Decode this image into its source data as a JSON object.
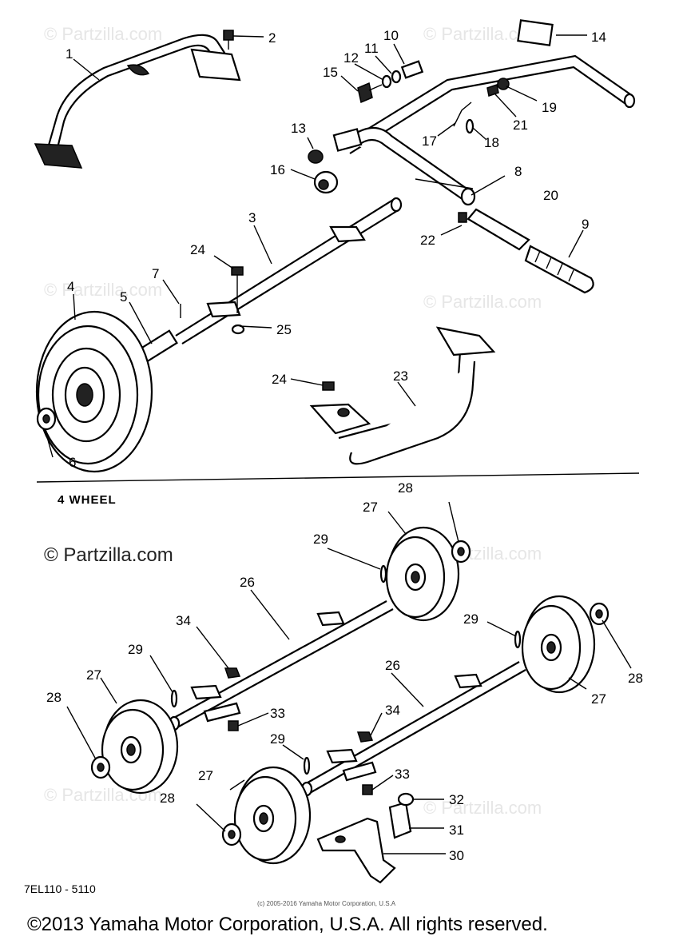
{
  "section_label": "4 WHEEL",
  "drawing_code": "7EL110 - 5110",
  "fine_print": "(c) 2005-2016 Yamaha Motor Corporation, U.S.A",
  "copyright": "©2013 Yamaha Motor Corporation, U.S.A. All rights reserved.",
  "watermark_text": "© Partzilla.com",
  "callouts": [
    "1",
    "2",
    "3",
    "4",
    "5",
    "6",
    "7",
    "8",
    "9",
    "10",
    "11",
    "12",
    "13",
    "14",
    "15",
    "16",
    "17",
    "18",
    "19",
    "20",
    "21",
    "22",
    "23",
    "24",
    "24",
    "25",
    "26",
    "26",
    "27",
    "27",
    "27",
    "27",
    "28",
    "28",
    "28",
    "28",
    "29",
    "29",
    "29",
    "29",
    "30",
    "31",
    "32",
    "33",
    "33",
    "34",
    "34"
  ]
}
